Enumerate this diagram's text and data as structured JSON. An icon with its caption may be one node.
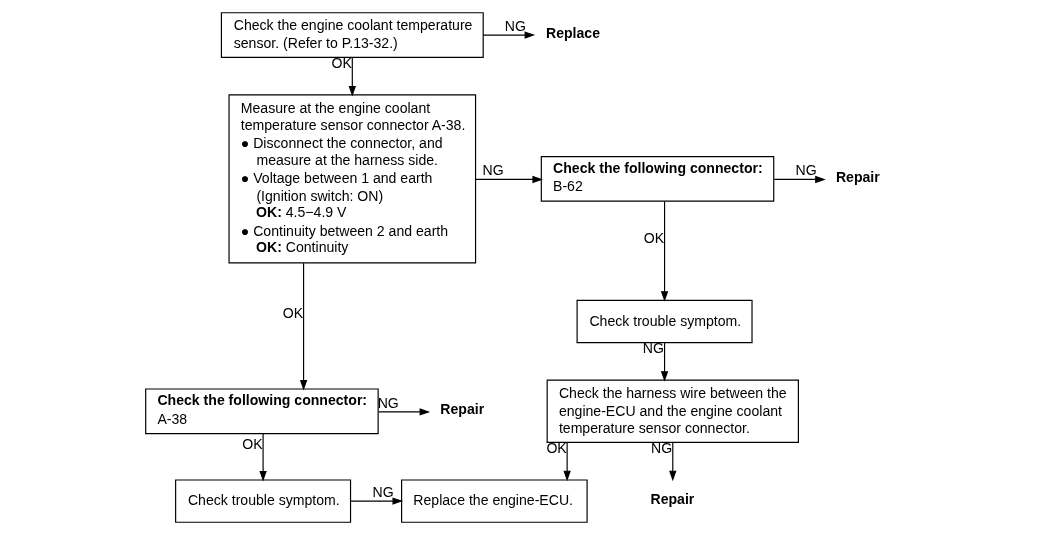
{
  "diagram": {
    "nodes": [
      {
        "text": [
          "Check the engine coolant temperature sensor. (Refer to P.13-32.)"
        ]
      },
      {
        "text": [
          "Replace"
        ]
      },
      {
        "text": [
          "Measure at the engine coolant temperature sensor connector A-38.",
          "● Disconnect the connector, and measure at the harness side.",
          "● Voltage between 1 and earth (Ignition switch: ON)",
          "**OK:** 4.5−4.9 V",
          "● Continuity between 2 and earth",
          "**OK:** Continuity"
        ]
      },
      {
        "text": [
          "**Check the following connector:**",
          "A-38"
        ]
      },
      {
        "text": [
          "Repair"
        ]
      },
      {
        "text": [
          "Check trouble symptom."
        ]
      },
      {
        "text": [
          "**Check the following connector:**",
          "B-62"
        ]
      },
      {
        "text": [
          "Repair"
        ]
      },
      {
        "text": [
          "Check trouble symptom."
        ]
      },
      {
        "text": [
          "Check the harness wire between the engine-ECU and the engine coolant temperature sensor connector."
        ]
      },
      {
        "text": [
          "Repair"
        ]
      },
      {
        "text": [
          "Replace the engine-ECU."
        ]
      }
    ],
    "edges": [
      {
        "from": 0,
        "to": 1,
        "arrow": "to",
        "label": "NG"
      },
      {
        "from": 0,
        "to": 2,
        "arrow": "to",
        "label": "OK"
      },
      {
        "from": 2,
        "to": 6,
        "arrow": "to",
        "label": "NG"
      },
      {
        "from": 2,
        "to": 3,
        "arrow": "to",
        "label": "OK"
      },
      {
        "from": 3,
        "to": 4,
        "arrow": "to",
        "label": "NG"
      },
      {
        "from": 3,
        "to": 5,
        "arrow": "to",
        "label": "OK"
      },
      {
        "from": 5,
        "to": 11,
        "arrow": "to",
        "label": "NG"
      },
      {
        "from": 6,
        "to": 7,
        "arrow": "to",
        "label": "NG"
      },
      {
        "from": 6,
        "to": 8,
        "arrow": "to",
        "label": "OK"
      },
      {
        "from": 8,
        "to": 9,
        "arrow": "to",
        "label": "NG"
      },
      {
        "from": 9,
        "to": 10,
        "arrow": "to",
        "label": "NG"
      },
      {
        "from": 9,
        "to": 11,
        "arrow": "to",
        "label": "OK"
      }
    ]
  }
}
